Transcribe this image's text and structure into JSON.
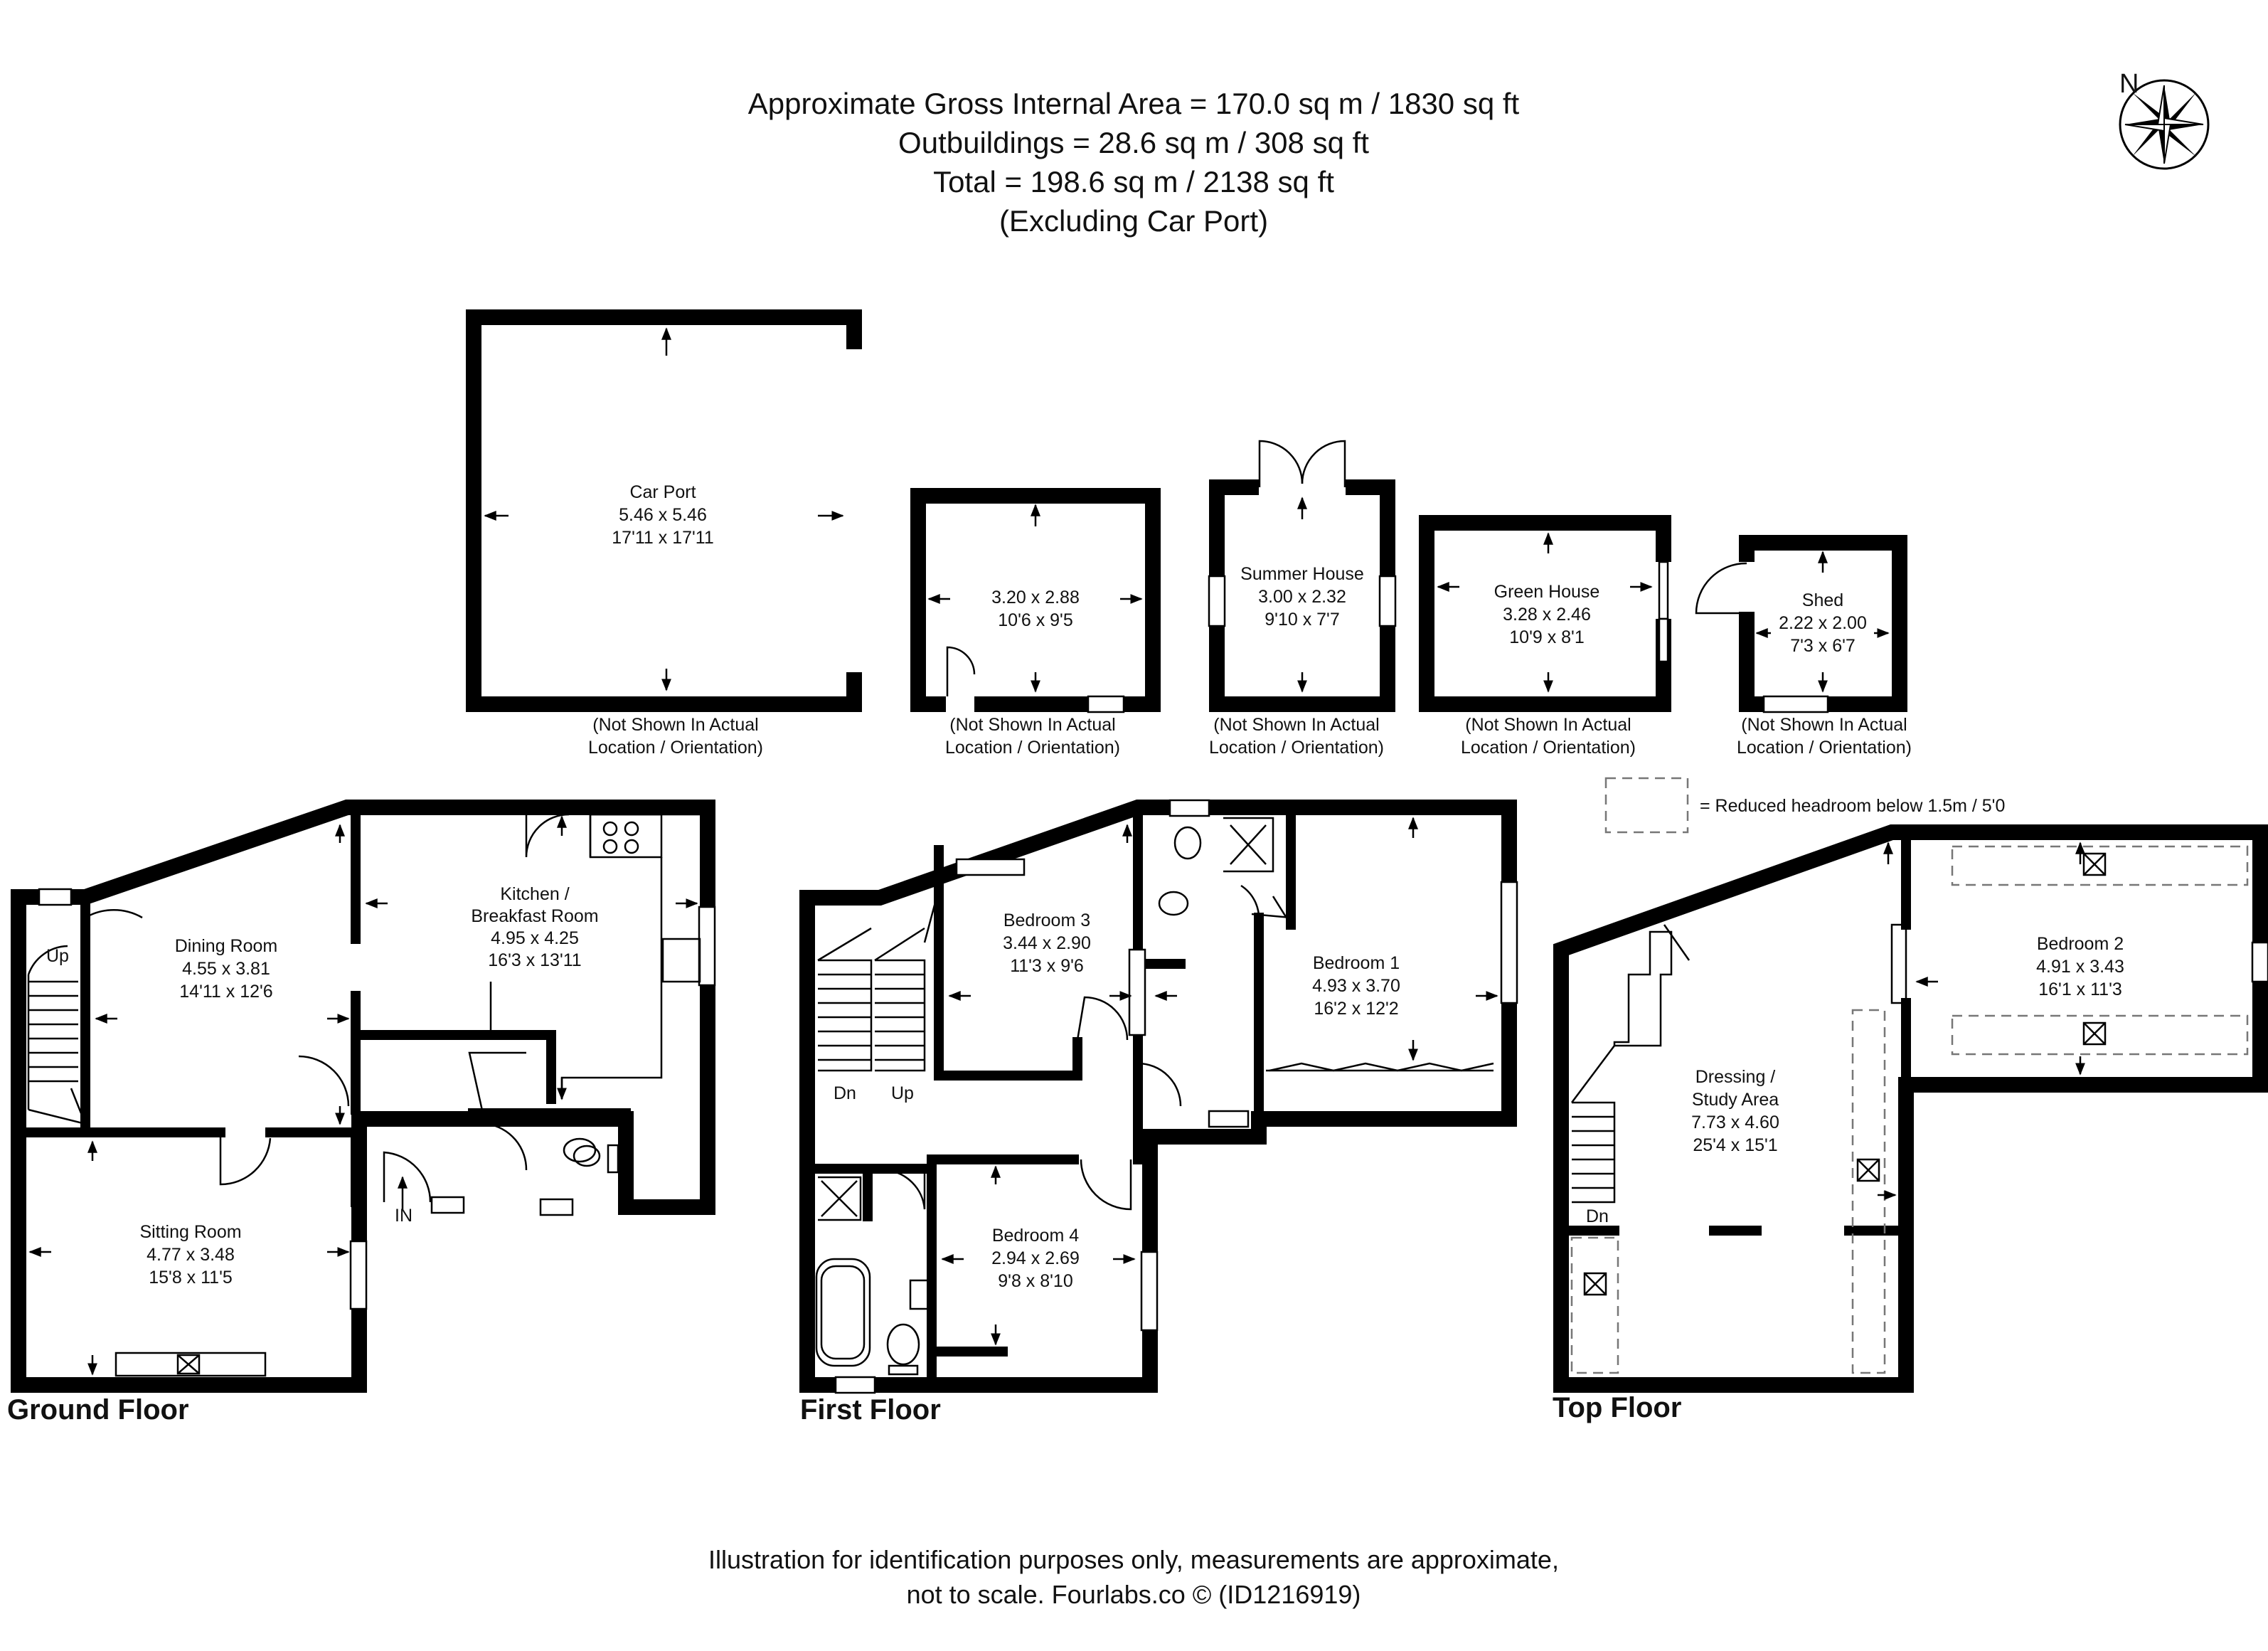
{
  "header": {
    "line1": "Approximate Gross Internal Area = 170.0 sq m / 1830 sq ft",
    "line2": "Outbuildings = 28.6 sq m / 308 sq ft",
    "line3": "Total = 198.6 sq m / 2138 sq ft",
    "line4": "(Excluding Car Port)"
  },
  "compass": {
    "label": "N"
  },
  "legend": {
    "text": "= Reduced headroom below 1.5m / 5'0"
  },
  "not_shown_note": {
    "line1": "(Not Shown In Actual",
    "line2": "Location / Orientation)"
  },
  "outbuildings": {
    "car_port": {
      "name": "Car Port",
      "metric": "5.46 x 5.46",
      "imperial": "17'11 x 17'11"
    },
    "garage": {
      "metric": "3.20 x 2.88",
      "imperial": "10'6 x 9'5"
    },
    "summer_house": {
      "name": "Summer House",
      "metric": "3.00 x 2.32",
      "imperial": "9'10 x 7'7"
    },
    "green_house": {
      "name": "Green House",
      "metric": "3.28 x 2.46",
      "imperial": "10'9 x 8'1"
    },
    "shed": {
      "name": "Shed",
      "metric": "2.22 x 2.00",
      "imperial": "7'3 x 6'7"
    }
  },
  "ground_floor": {
    "title": "Ground Floor",
    "up_label": "Up",
    "entrance_label": "IN",
    "dining": {
      "name": "Dining Room",
      "metric": "4.55 x 3.81",
      "imperial": "14'11 x 12'6"
    },
    "kitchen": {
      "name1": "Kitchen /",
      "name2": "Breakfast Room",
      "metric": "4.95 x 4.25",
      "imperial": "16'3 x 13'11"
    },
    "sitting": {
      "name": "Sitting Room",
      "metric": "4.77 x 3.48",
      "imperial": "15'8 x 11'5"
    }
  },
  "first_floor": {
    "title": "First Floor",
    "dn_label": "Dn",
    "up_label": "Up",
    "bedroom3": {
      "name": "Bedroom 3",
      "metric": "3.44 x 2.90",
      "imperial": "11'3 x 9'6"
    },
    "bedroom1": {
      "name": "Bedroom 1",
      "metric": "4.93 x 3.70",
      "imperial": "16'2 x 12'2"
    },
    "bedroom4": {
      "name": "Bedroom 4",
      "metric": "2.94 x 2.69",
      "imperial": "9'8 x 8'10"
    }
  },
  "top_floor": {
    "title": "Top Floor",
    "dn_label": "Dn",
    "bedroom2": {
      "name": "Bedroom 2",
      "metric": "4.91 x 3.43",
      "imperial": "16'1 x 11'3"
    },
    "dressing": {
      "name1": "Dressing /",
      "name2": "Study Area",
      "metric": "7.73 x 4.60",
      "imperial": "25'4 x 15'1"
    }
  },
  "footer": {
    "line1": "Illustration for identification purposes only, measurements are approximate,",
    "line2": "not to scale. Fourlabs.co © (ID1216919)"
  }
}
